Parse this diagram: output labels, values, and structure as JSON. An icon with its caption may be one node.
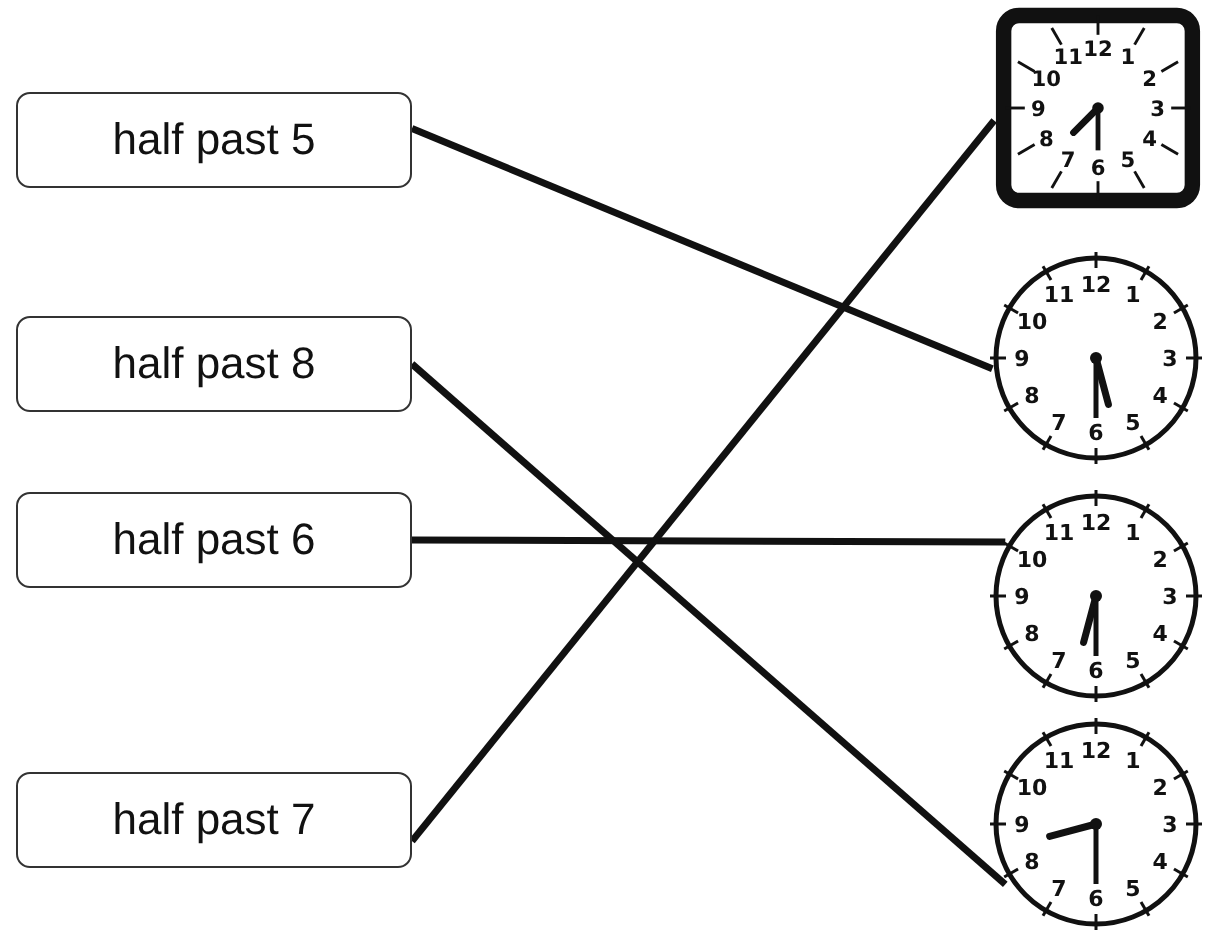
{
  "diagram": {
    "nodes": [
      {
        "text": [
          "half past 5"
        ]
      },
      {
        "text": [
          "half past 8"
        ]
      },
      {
        "text": [
          "half past 6"
        ]
      },
      {
        "text": [
          "half past 7"
        ]
      },
      {
        "text": [],
        "shape": "picture"
      },
      {
        "text": [],
        "shape": "picture"
      },
      {
        "text": [],
        "shape": "picture"
      },
      {
        "text": [],
        "shape": "picture"
      }
    ],
    "edges": [
      {
        "from": 0,
        "to": 5,
        "arrow": "none"
      },
      {
        "from": 1,
        "to": 7,
        "arrow": "none"
      },
      {
        "from": 2,
        "to": 6,
        "arrow": "none"
      },
      {
        "from": 3,
        "to": 4,
        "arrow": "none"
      }
    ],
    "labels": [
      "12",
      "1",
      "2",
      "3",
      "4",
      "5",
      "6",
      "7",
      "8",
      "9",
      "10",
      "11",
      "12",
      "1",
      "2",
      "3",
      "4",
      "5",
      "6",
      "7",
      "8",
      "9",
      "10",
      "11",
      "12",
      "1",
      "2",
      "3",
      "4",
      "5",
      "6",
      "7",
      "8",
      "9",
      "10",
      "11",
      "12",
      "1",
      "2",
      "3",
      "4",
      "5",
      "6",
      "7",
      "8",
      "9",
      "10",
      "11"
    ]
  }
}
